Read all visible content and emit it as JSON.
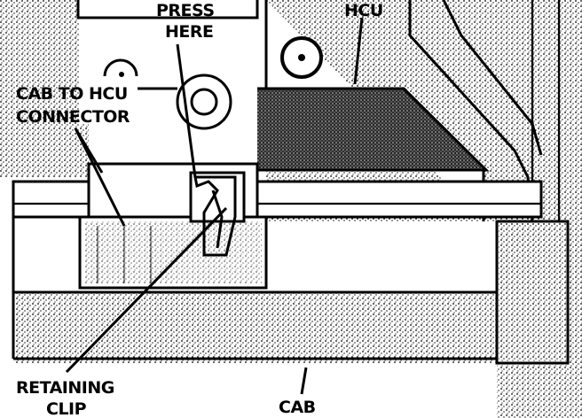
{
  "labels": {
    "press_here_line1": "PRESS",
    "press_here_line2": "HERE",
    "hcu": "HCU",
    "cab_to_hcu_line1": "CAB TO HCU",
    "cab_to_hcu_line2": "CONNECTOR",
    "retaining_line1": "RETAINING",
    "retaining_line2": "CLIP",
    "cab": "CAB"
  },
  "colors": {
    "ink": "#000000",
    "paper": "#ffffff"
  }
}
